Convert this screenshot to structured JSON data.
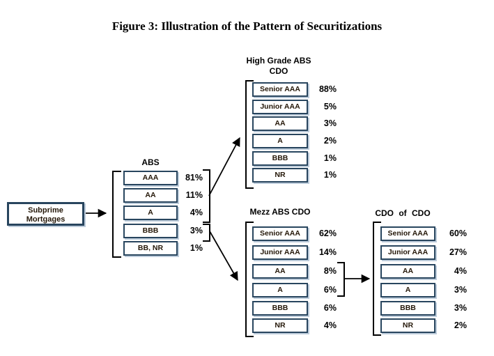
{
  "title": "Figure 3: Illustration of the Pattern of Securitizations",
  "source_node": {
    "line1": "Subprime",
    "line2": "Mortgages"
  },
  "groups": {
    "abs": {
      "label": "ABS",
      "tranches": [
        {
          "label": "AAA",
          "pct": "81%"
        },
        {
          "label": "AA",
          "pct": "11%"
        },
        {
          "label": "A",
          "pct": "4%"
        },
        {
          "label": "BBB",
          "pct": "3%"
        },
        {
          "label": "BB, NR",
          "pct": "1%"
        }
      ]
    },
    "high_grade": {
      "label_line1": "High Grade ABS",
      "label_line2": "CDO",
      "tranches": [
        {
          "label": "Senior AAA",
          "pct": "88%"
        },
        {
          "label": "Junior AAA",
          "pct": "5%"
        },
        {
          "label": "AA",
          "pct": "3%"
        },
        {
          "label": "A",
          "pct": "2%"
        },
        {
          "label": "BBB",
          "pct": "1%"
        },
        {
          "label": "NR",
          "pct": "1%"
        }
      ]
    },
    "mezz": {
      "label": "Mezz ABS CDO",
      "tranches": [
        {
          "label": "Senior AAA",
          "pct": "62%"
        },
        {
          "label": "Junior AAA",
          "pct": "14%"
        },
        {
          "label": "AA",
          "pct": "8%"
        },
        {
          "label": "A",
          "pct": "6%"
        },
        {
          "label": "BBB",
          "pct": "6%"
        },
        {
          "label": "NR",
          "pct": "4%"
        }
      ]
    },
    "cdo_of_cdo": {
      "label": "CDO of CDO",
      "tranches": [
        {
          "label": "Senior AAA",
          "pct": "60%"
        },
        {
          "label": "Junior AAA",
          "pct": "27%"
        },
        {
          "label": "AA",
          "pct": "4%"
        },
        {
          "label": "A",
          "pct": "3%"
        },
        {
          "label": "BBB",
          "pct": "3%"
        },
        {
          "label": "NR",
          "pct": "2%"
        }
      ]
    }
  },
  "edges": [
    {
      "from": "Subprime Mortgages",
      "to": "ABS"
    },
    {
      "from": "ABS 81%/11%/4%",
      "to": "High Grade ABS CDO"
    },
    {
      "from": "ABS 3%",
      "to": "Mezz ABS CDO"
    },
    {
      "from": "Mezz ABS CDO 8%/6%",
      "to": "CDO of CDO"
    }
  ],
  "colors": {
    "box_border": "#28455e",
    "line": "#000000",
    "shadow": "#91aac3"
  }
}
